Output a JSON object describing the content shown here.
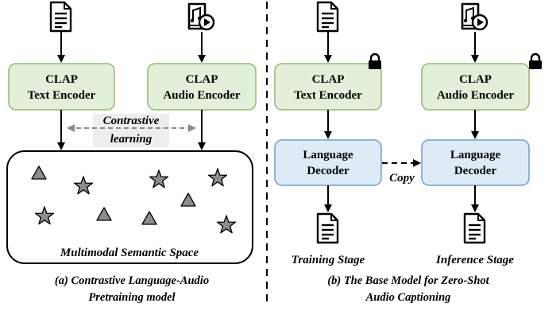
{
  "left_panel": {
    "text_encoder": {
      "line1": "CLAP",
      "line2": "Text Encoder"
    },
    "audio_encoder": {
      "line1": "CLAP",
      "line2": "Audio Encoder"
    },
    "contrastive": {
      "line1": "Contrastive",
      "line2": "learning"
    },
    "space_label": "Multimodal Semantic Space",
    "caption_line1": "(a)  Contrastive Language-Audio",
    "caption_line2": "Pretraining model"
  },
  "right_panel": {
    "text_encoder": {
      "line1": "CLAP",
      "line2": "Text Encoder"
    },
    "audio_encoder": {
      "line1": "CLAP",
      "line2": "Audio Encoder"
    },
    "decoder_left": {
      "line1": "Language",
      "line2": "Decoder"
    },
    "decoder_right": {
      "line1": "Language",
      "line2": "Decoder"
    },
    "copy_label": "Copy",
    "training_label": "Training Stage",
    "inference_label": "Inference Stage",
    "caption_line1": "(b) The Base Model for Zero-Shot",
    "caption_line2": "Audio Captioning"
  },
  "colors": {
    "encoder_fill": "#e2efd9",
    "encoder_stroke": "#8fbc6a",
    "decoder_fill": "#deebf7",
    "decoder_stroke": "#6d9dd1",
    "shape_fill": "#8c8c8c",
    "contrastive_bg": "#eeeeee",
    "dashed_gray": "#8c8c8c"
  }
}
